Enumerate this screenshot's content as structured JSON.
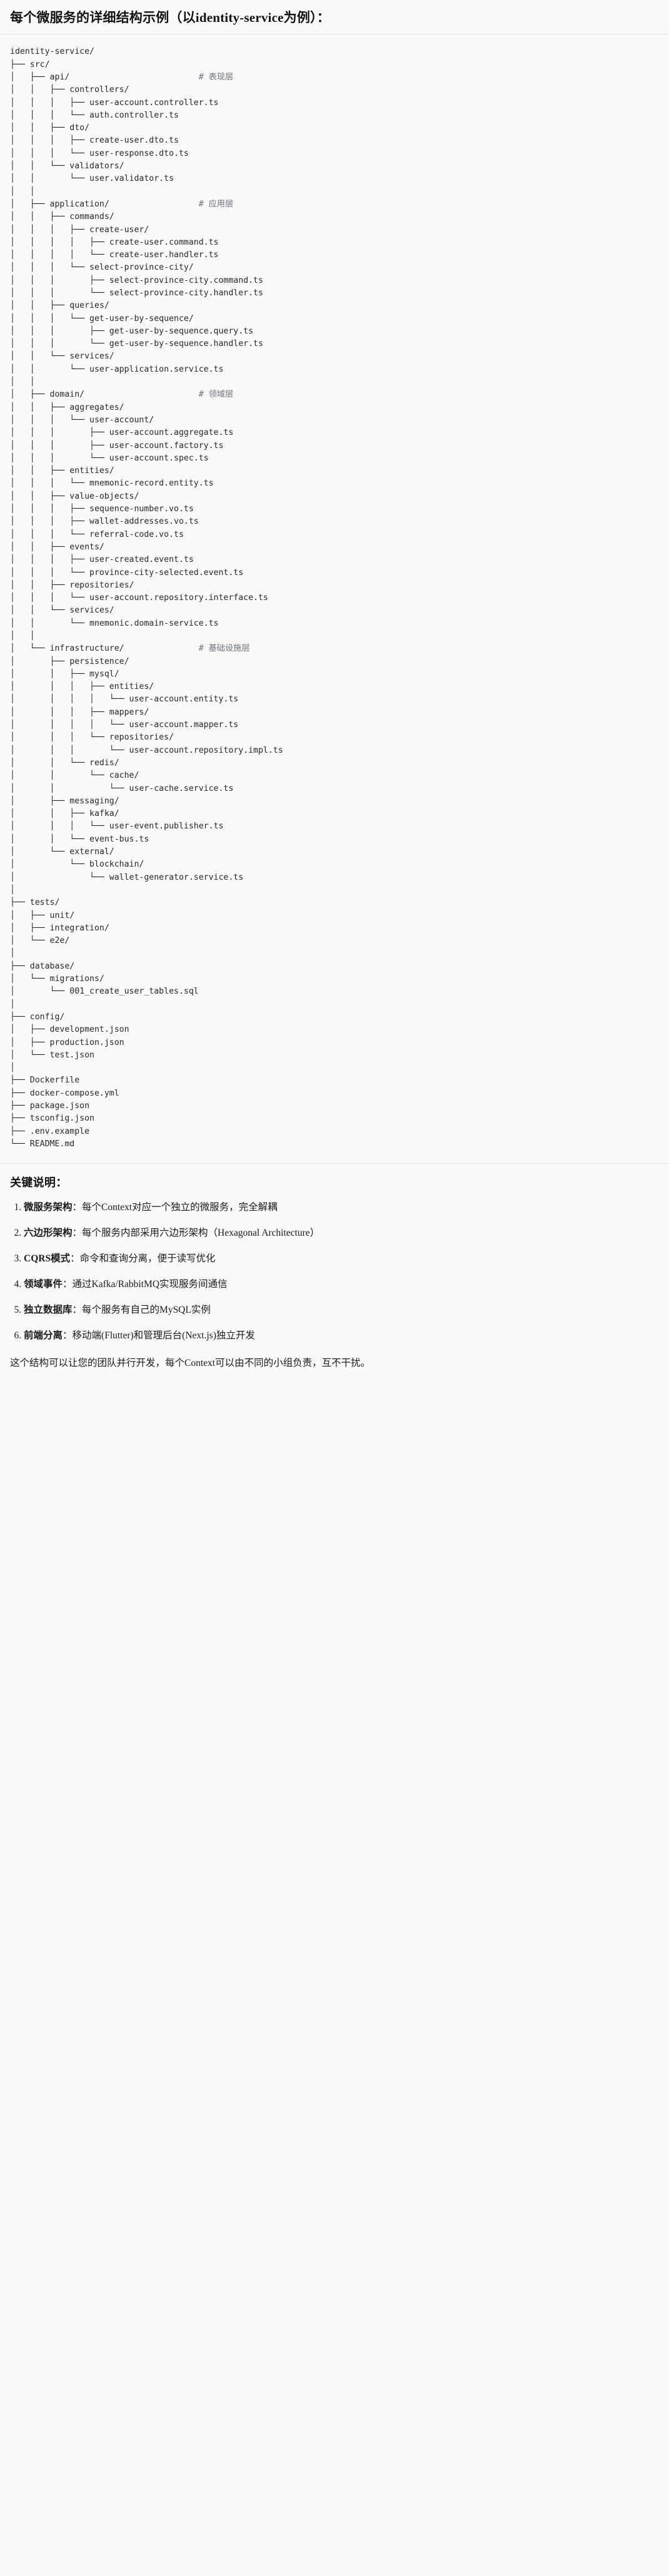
{
  "document": {
    "title": "每个微服务的详细结构示例（以identity-service为例）：",
    "tree_root": "identity-service/",
    "tree": "identity-service/\n├── src/\n│   ├── api/                          # 表现层\n│   │   ├── controllers/\n│   │   │   ├── user-account.controller.ts\n│   │   │   └── auth.controller.ts\n│   │   ├── dto/\n│   │   │   ├── create-user.dto.ts\n│   │   │   └── user-response.dto.ts\n│   │   └── validators/\n│   │       └── user.validator.ts\n│   │\n│   ├── application/                  # 应用层\n│   │   ├── commands/\n│   │   │   ├── create-user/\n│   │   │   │   ├── create-user.command.ts\n│   │   │   │   └── create-user.handler.ts\n│   │   │   └── select-province-city/\n│   │   │       ├── select-province-city.command.ts\n│   │   │       └── select-province-city.handler.ts\n│   │   ├── queries/\n│   │   │   └── get-user-by-sequence/\n│   │   │       ├── get-user-by-sequence.query.ts\n│   │   │       └── get-user-by-sequence.handler.ts\n│   │   └── services/\n│   │       └── user-application.service.ts\n│   │\n│   ├── domain/                       # 领域层\n│   │   ├── aggregates/\n│   │   │   └── user-account/\n│   │   │       ├── user-account.aggregate.ts\n│   │   │       ├── user-account.factory.ts\n│   │   │       └── user-account.spec.ts\n│   │   ├── entities/\n│   │   │   └── mnemonic-record.entity.ts\n│   │   ├── value-objects/\n│   │   │   ├── sequence-number.vo.ts\n│   │   │   ├── wallet-addresses.vo.ts\n│   │   │   └── referral-code.vo.ts\n│   │   ├── events/\n│   │   │   ├── user-created.event.ts\n│   │   │   └── province-city-selected.event.ts\n│   │   ├── repositories/\n│   │   │   └── user-account.repository.interface.ts\n│   │   └── services/\n│   │       └── mnemonic.domain-service.ts\n│   │\n│   └── infrastructure/               # 基础设施层\n│       ├── persistence/\n│       │   ├── mysql/\n│       │   │   ├── entities/\n│       │   │   │   └── user-account.entity.ts\n│       │   │   ├── mappers/\n│       │   │   │   └── user-account.mapper.ts\n│       │   │   └── repositories/\n│       │   │       └── user-account.repository.impl.ts\n│       │   └── redis/\n│       │       └── cache/\n│       │           └── user-cache.service.ts\n│       ├── messaging/\n│       │   ├── kafka/\n│       │   │   └── user-event.publisher.ts\n│       │   └── event-bus.ts\n│       └── external/\n│           └── blockchain/\n│               └── wallet-generator.service.ts\n│\n├── tests/\n│   ├── unit/\n│   ├── integration/\n│   └── e2e/\n│\n├── database/\n│   └── migrations/\n│       └── 001_create_user_tables.sql\n│\n├── config/\n│   ├── development.json\n│   ├── production.json\n│   └── test.json\n│\n├── Dockerfile\n├── docker-compose.yml\n├── package.json\n├── tsconfig.json\n├── .env.example\n└── README.md",
    "layer_comments": [
      {
        "path": "api/",
        "comment": "# 表现层"
      },
      {
        "path": "application/",
        "comment": "# 应用层"
      },
      {
        "path": "domain/",
        "comment": "# 领域层"
      },
      {
        "path": "infrastructure/",
        "comment": "# 基础设施层"
      }
    ],
    "notes_title": "关键说明：",
    "notes": [
      {
        "lead": "微服务架构",
        "sep": "：",
        "body": "每个Context对应一个独立的微服务，完全解耦"
      },
      {
        "lead": "六边形架构",
        "sep": "：",
        "body": "每个服务内部采用六边形架构（Hexagonal Architecture）"
      },
      {
        "lead": "CQRS模式",
        "sep": "：",
        "body": "命令和查询分离，便于读写优化"
      },
      {
        "lead": "领域事件",
        "sep": "：",
        "body": "通过Kafka/RabbitMQ实现服务间通信"
      },
      {
        "lead": "独立数据库",
        "sep": "：",
        "body": "每个服务有自己的MySQL实例"
      },
      {
        "lead": "前端分离",
        "sep": "：",
        "body": "移动端(Flutter)和管理后台(Next.js)独立开发"
      }
    ],
    "closing": "这个结构可以让您的团队并行开发，每个Context可以由不同的小组负责，互不干扰。"
  },
  "colors": {
    "background": "#fbfaf8",
    "text": "#1a1a1a",
    "code_text": "#24292f",
    "comment_text": "#6a737d",
    "rule": "#e3e1dc"
  }
}
